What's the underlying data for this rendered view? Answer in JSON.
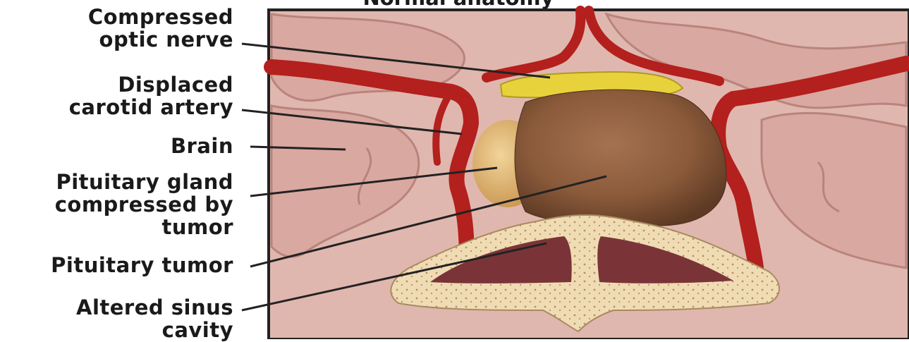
{
  "title": "Normal anatomy",
  "labels": [
    {
      "id": "optic-nerve",
      "lines": [
        "Compressed",
        "optic nerve"
      ]
    },
    {
      "id": "carotid",
      "lines": [
        "Displaced",
        "carotid artery"
      ]
    },
    {
      "id": "brain",
      "lines": [
        "Brain"
      ]
    },
    {
      "id": "pituitary-gland",
      "lines": [
        "Pituitary gland",
        "compressed by",
        "tumor"
      ]
    },
    {
      "id": "pituitary-tumor",
      "lines": [
        "Pituitary tumor"
      ]
    },
    {
      "id": "sinus",
      "lines": [
        "Altered sinus",
        "cavity"
      ]
    }
  ],
  "colors": {
    "artery": "#b3201d",
    "brain": "#d9a8a0",
    "tumor": "#8a5a3a",
    "gland": "#d9b070",
    "optic_nerve": "#e8d23c",
    "bone": "#f0dcb4",
    "sinus_cavity": "#7a3438"
  }
}
